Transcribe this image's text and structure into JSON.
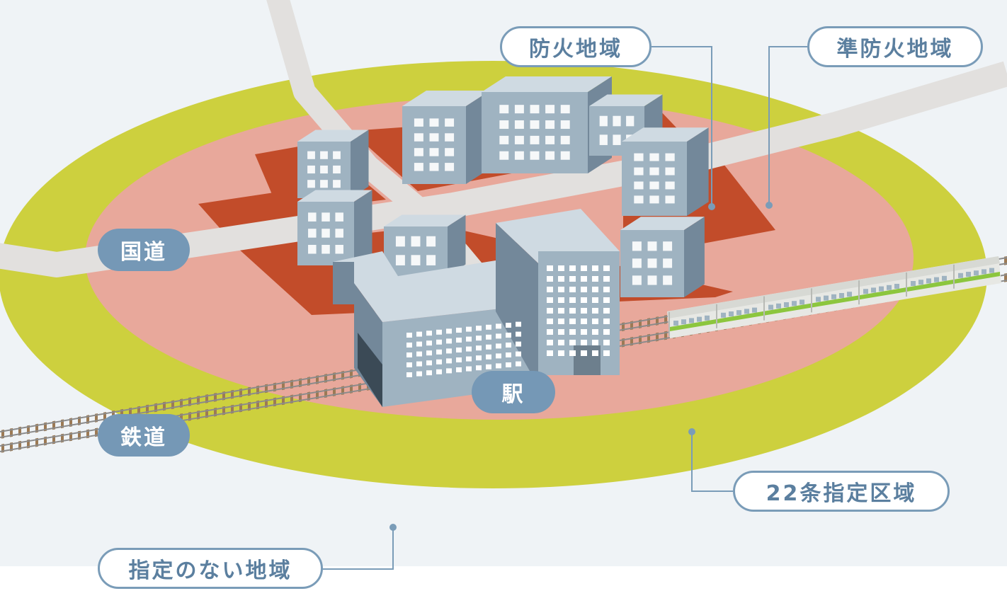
{
  "labels": {
    "fire_zone": "防火地域",
    "quasi_fire_zone": "準防火地域",
    "national_road": "国道",
    "station": "駅",
    "railway": "鉄道",
    "article22_zone": "22条指定区域",
    "undesignated_zone": "指定のない地域"
  },
  "colors": {
    "background": "#eff3f6",
    "article22_ring": "#cdd03e",
    "quasi_fire_area": "#e8a89b",
    "fire_area": "#c24c2a",
    "road": "#e2e0de",
    "building_front": "#9fb3c1",
    "building_side": "#73889a",
    "building_top": "#cfdae2",
    "label_line": "#7a9cb8"
  }
}
